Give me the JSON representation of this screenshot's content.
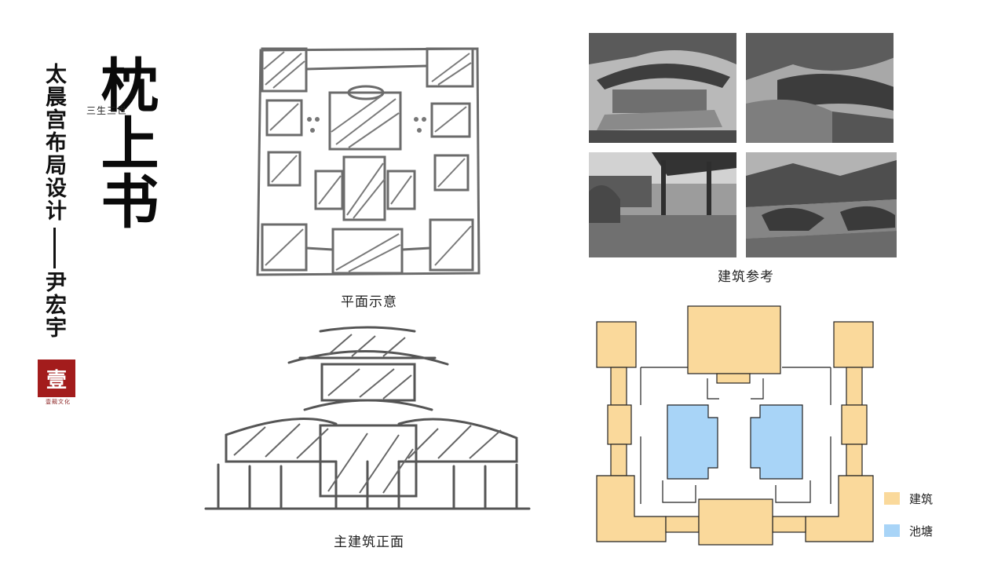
{
  "title_block": {
    "vertical_title": "太晨宫布局设计",
    "author": "尹宏宇",
    "main_title": "枕上书",
    "sub_title": "三生三世",
    "seal_text": "壹",
    "seal_caption": "壹觋文化"
  },
  "sketch_plan": {
    "caption": "平面示意"
  },
  "sketch_elevation": {
    "caption": "主建筑正面"
  },
  "reference": {
    "caption": "建筑参考"
  },
  "plan_diagram": {
    "legend": [
      {
        "label": "建筑",
        "color": "#fad99b"
      },
      {
        "label": "池塘",
        "color": "#a8d4f7"
      }
    ],
    "colors": {
      "building": "#fad99b",
      "pond": "#a8d4f7",
      "line": "#222222"
    }
  }
}
